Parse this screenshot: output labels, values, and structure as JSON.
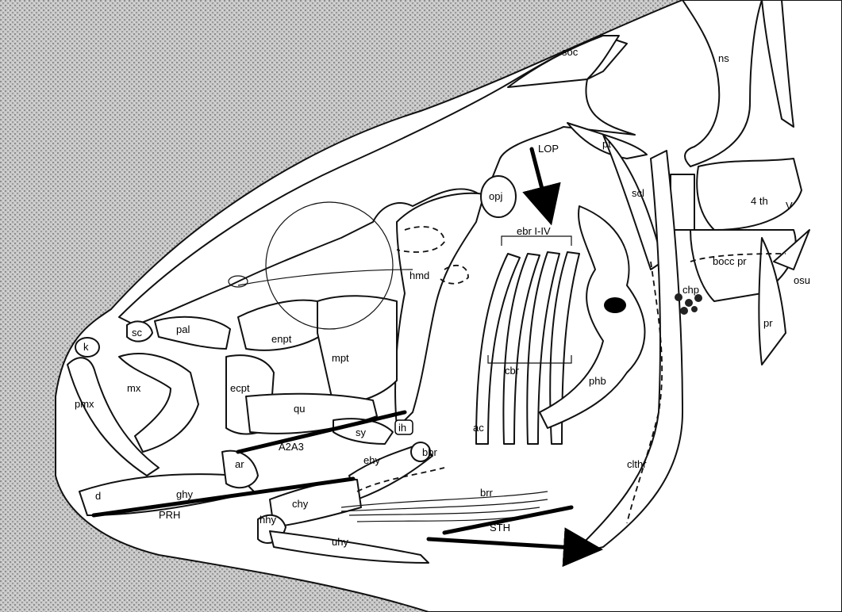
{
  "colors": {
    "stipple": "#b9b9b9",
    "ink": "#111111",
    "bone": "#ffffff"
  },
  "labels": {
    "soc": "soc",
    "ns": "ns",
    "pt": "pt",
    "scl": "scl",
    "LOP": "LOP",
    "opj": "opj",
    "4thv": "4 th",
    "4thv_sub": "V",
    "ebr": "ebr I-IV",
    "hmd": "hmd",
    "bocc_pr": "bocc pr",
    "chp": "chp",
    "osu": "osu",
    "pr": "pr",
    "sc": "sc",
    "pal": "pal",
    "k": "k",
    "enpt": "enpt",
    "mpt": "mpt",
    "mx": "mx",
    "cbr": "cbr",
    "phb": "phb",
    "pmx": "pmx",
    "ecpt": "ecpt",
    "qu": "qu",
    "sy": "sy",
    "ih": "ih",
    "bbr": "bbr",
    "ac": "ac",
    "A2A3": "A2A3",
    "ar": "ar",
    "ehy": "ehy",
    "clthr": "clthr",
    "d": "d",
    "ghy": "ghy",
    "chy": "chy",
    "brr": "brr",
    "PRH": "PRH",
    "hhy": "hhy",
    "STH": "STH",
    "uhy": "uhy"
  }
}
